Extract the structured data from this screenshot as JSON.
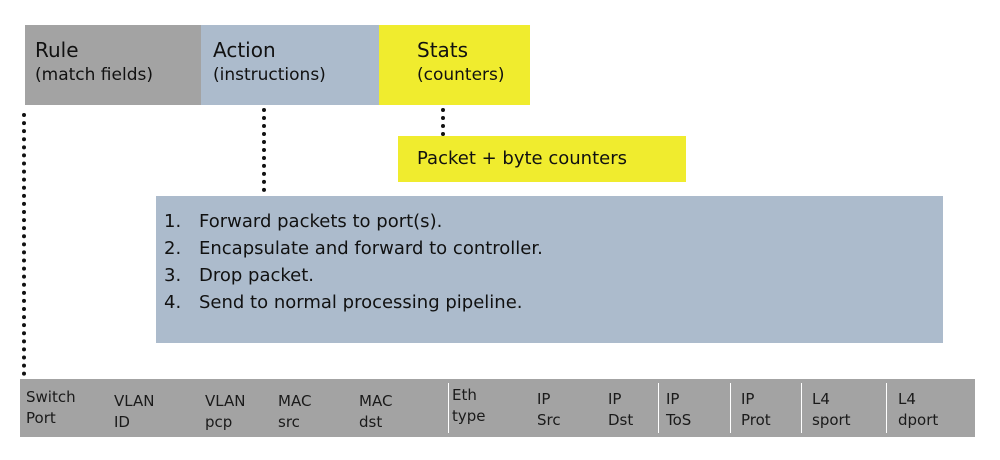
{
  "headers": {
    "rule": {
      "title": "Rule",
      "subtitle": "(match fields)"
    },
    "action": {
      "title": "Action",
      "subtitle": "(instructions)"
    },
    "stats": {
      "title": "Stats",
      "subtitle": "(counters)"
    }
  },
  "counters_label": "Packet + byte counters",
  "actions": [
    {
      "num": "1.",
      "text": "Forward packets to port(s)."
    },
    {
      "num": "2.",
      "text": "Encapsulate and forward to controller."
    },
    {
      "num": "3.",
      "text": "Drop packet."
    },
    {
      "num": "4.",
      "text": "Send to normal processing pipeline."
    }
  ],
  "match_fields": [
    {
      "line1": "Switch",
      "line2": "Port"
    },
    {
      "line1": "VLAN",
      "line2": "ID"
    },
    {
      "line1": "VLAN",
      "line2": "pcp"
    },
    {
      "line1": "MAC",
      "line2": "src"
    },
    {
      "line1": "MAC",
      "line2": "dst"
    },
    {
      "line1": "Eth",
      "line2": "type"
    },
    {
      "line1": "IP",
      "line2": "Src"
    },
    {
      "line1": "IP",
      "line2": "Dst"
    },
    {
      "line1": "IP",
      "line2": "ToS"
    },
    {
      "line1": "IP",
      "line2": "Prot"
    },
    {
      "line1": "L4",
      "line2": "sport"
    },
    {
      "line1": "L4",
      "line2": "dport"
    }
  ],
  "colors": {
    "gray": "#a3a3a3",
    "blue_gray": "#acbbcc",
    "yellow": "#f0ec2e"
  }
}
